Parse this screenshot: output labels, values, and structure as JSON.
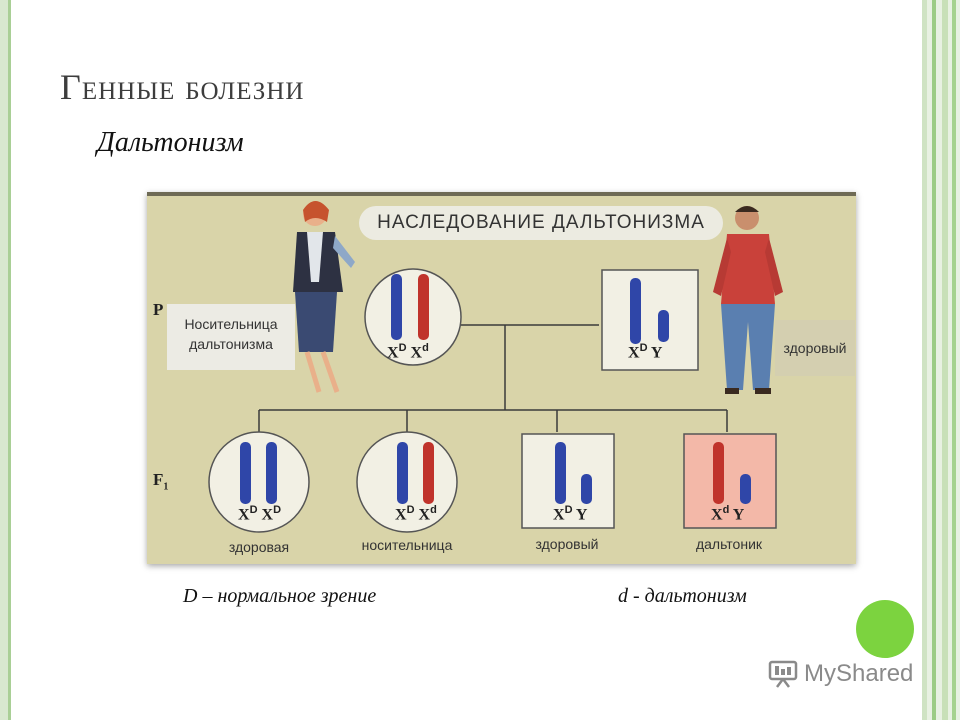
{
  "slide": {
    "title": "Генные болезни",
    "subtitle": "Дальтонизм"
  },
  "diagram": {
    "banner": "НАСЛЕДОВАНИЕ ДАЛЬТОНИЗМА",
    "generation_p": "P",
    "generation_f1": "F",
    "generation_f1_sub": "1",
    "mother_label_line1": "Носительница",
    "mother_label_line2": "дальтонизма",
    "father_label": "здоровый",
    "parents": [
      {
        "genotype_a": "X",
        "sup_a": "D",
        "genotype_b": "X",
        "sup_b": "d"
      },
      {
        "genotype_a": "X",
        "sup_a": "D",
        "genotype_b": "Y",
        "sup_b": ""
      }
    ],
    "offspring": [
      {
        "genotype_a": "X",
        "sup_a": "D",
        "genotype_b": "X",
        "sup_b": "D",
        "label": "здоровая"
      },
      {
        "genotype_a": "X",
        "sup_a": "D",
        "genotype_b": "X",
        "sup_b": "d",
        "label": "носительница"
      },
      {
        "genotype_a": "X",
        "sup_a": "D",
        "genotype_b": "Y",
        "sup_b": "",
        "label": "здоровый"
      },
      {
        "genotype_a": "X",
        "sup_a": "d",
        "genotype_b": "Y",
        "sup_b": "",
        "label": "дальтоник"
      }
    ],
    "colors": {
      "normal": "#2f46a8",
      "affected": "#c0332b",
      "female_box": "#f2f0e4",
      "male_box": "#f2f0e4",
      "affected_box": "#f3b8a8"
    }
  },
  "legend": {
    "left": "D – нормальное зрение",
    "right": "d - дальтонизм"
  },
  "watermark": {
    "text": "MyShared",
    "icon": "presentation-board-icon"
  }
}
